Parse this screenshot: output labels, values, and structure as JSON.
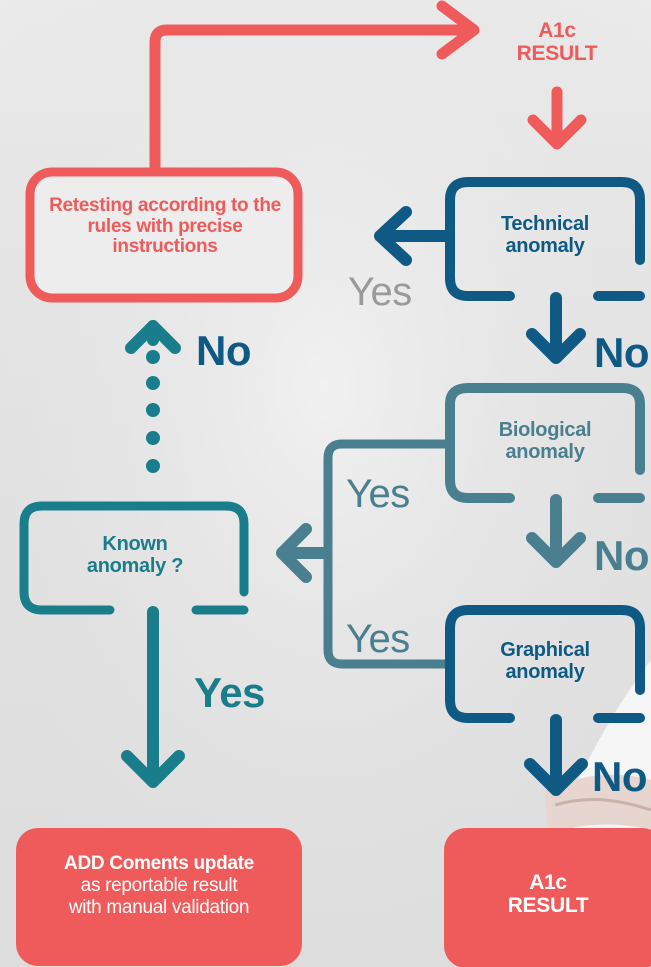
{
  "colors": {
    "red": "#ef5b5b",
    "dark_blue": "#0e5a85",
    "steel": "#4a7f8f",
    "teal": "#1a7d8c",
    "yes_gray": "#9a9a9a",
    "white": "#ffffff"
  },
  "top_result": {
    "line1": "A1c",
    "line2": "RESULT"
  },
  "retesting": {
    "text": "Retesting according to the rules with precise instructions"
  },
  "technical": {
    "line1": "Technical",
    "line2": "anomaly"
  },
  "biological": {
    "line1": "Biological",
    "line2": "anomaly"
  },
  "graphical": {
    "line1": "Graphical",
    "line2": "anomaly"
  },
  "known": {
    "line1": "Known",
    "line2": "anomaly ?"
  },
  "labels": {
    "yes_technical": "Yes",
    "yes_biological": "Yes",
    "yes_graphical": "Yes",
    "yes_known": "Yes",
    "no_technical": "No",
    "no_biological": "No",
    "no_graphical": "No",
    "no_known": "No"
  },
  "add_comments": {
    "title": "ADD Coments update",
    "line2": "as reportable result",
    "line3": "with manual validation"
  },
  "bottom_result": {
    "line1": "A1c",
    "line2": "RESULT"
  }
}
